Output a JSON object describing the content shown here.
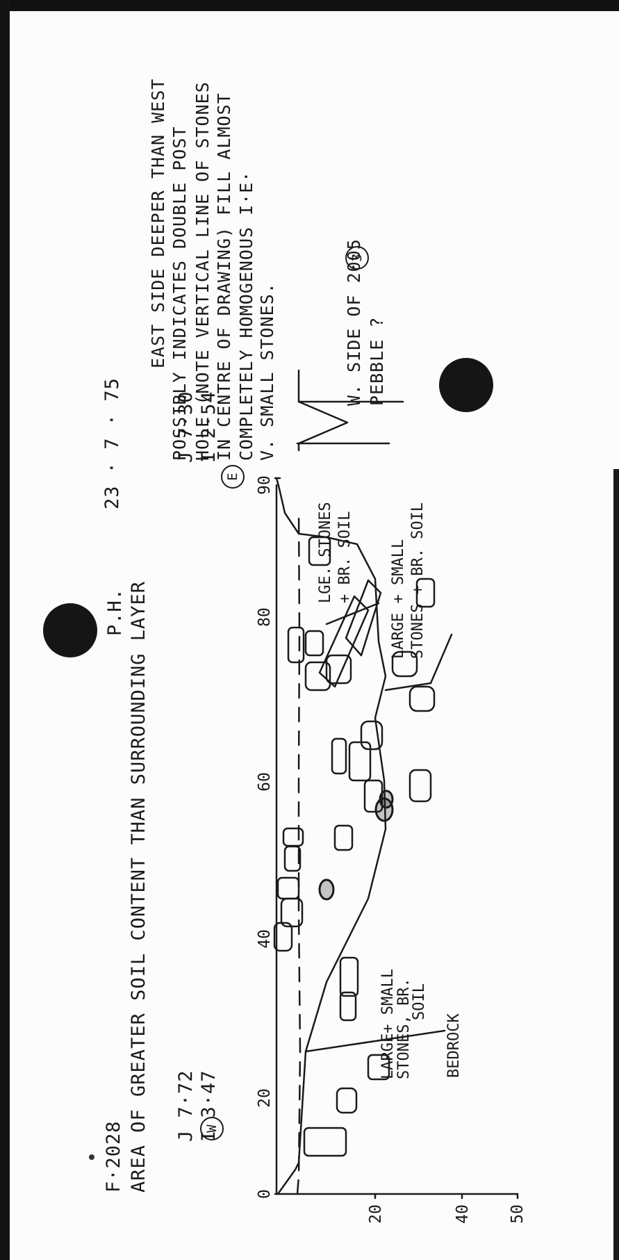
{
  "sheet": {
    "ref": "F·2028",
    "code": "P.H.",
    "date": "23 · 7 · 75",
    "description": "AREA OF GREATER SOIL CONTENT THAN SURROUNDING LAYER"
  },
  "levels_west": {
    "j": "J 7·72",
    "i": "I 3·47",
    "marker": "W"
  },
  "levels_east": {
    "j": "J 7·30",
    "i": "I 2·54",
    "marker": "E"
  },
  "notes": {
    "line1": "EAST SIDE DEEPER THAN WEST",
    "line2": "POSSIBLY INDICATES DOUBLE POST",
    "line3": "HOLE (NOTE VERTICAL LINE OF STONES",
    "line4": "IN CENTRE OF DRAWING) FILL ALMOST",
    "line5": "COMPLETELY HOMOGENOUS I·E·",
    "line6": "V. SMALL STONES."
  },
  "callout": {
    "line1": "W. SIDE OF 2005",
    "number": "3",
    "line2": "PEBBLE ?"
  },
  "axes": {
    "x_ticks": [
      "0",
      "20",
      "40",
      "60",
      "80",
      "90"
    ],
    "y_ticks": [
      "20",
      "40",
      "50"
    ]
  },
  "labels": {
    "lge_1": "LGE. STONES",
    "lge_2": "+ BR. SOIL",
    "lsr_1": "LARGE + SMALL",
    "lsr_2": "STONES + BR. SOIL",
    "lsl_1": "LARGE+ SMALL",
    "lsl_2": "STONES, BR.",
    "lsl_3": "SOIL",
    "bedrock": "BEDROCK"
  }
}
